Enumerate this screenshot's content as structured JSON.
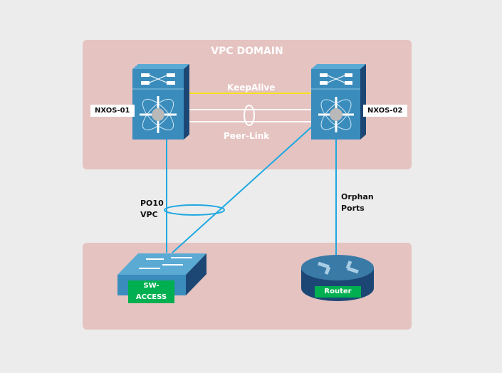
{
  "domain_title": "VPC DOMAIN",
  "devices": {
    "nxos1": {
      "label": "NXOS-01"
    },
    "nxos2": {
      "label": "NXOS-02"
    },
    "access": {
      "label": "SW-ACCESS"
    },
    "router": {
      "label": "Router"
    }
  },
  "links": {
    "keepalive": "KeepAlive",
    "peerlink": "Peer-Link",
    "po_line1": "PO10",
    "po_line2": "VPC",
    "orphan_line1": "Orphan",
    "orphan_line2": "Ports"
  },
  "colors": {
    "zone": "#e5c3c1",
    "link": "#1ea8e0",
    "keepalive": "#f5e11c",
    "device": "#3a8cbc",
    "label_green": "#00b050"
  }
}
